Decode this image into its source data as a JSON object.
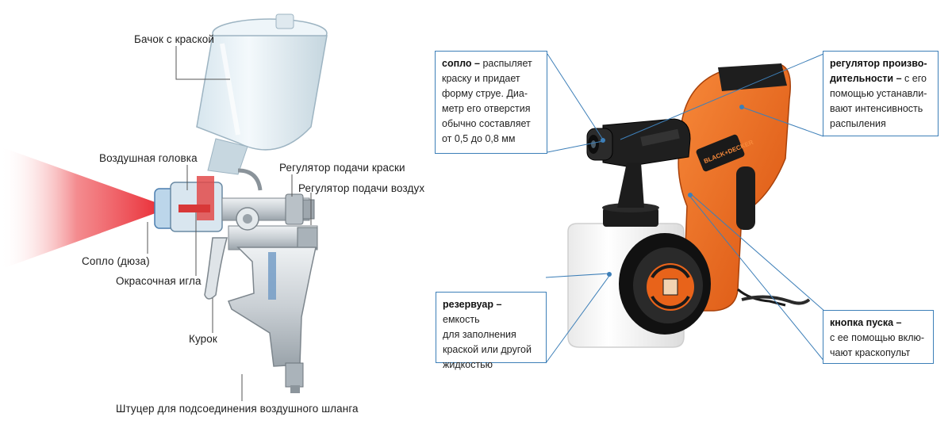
{
  "left_diagram": {
    "labels": {
      "paint_cup": "Бачок с краской",
      "air_cap": "Воздушная головка",
      "paint_regulator": "Регулятор подачи краски",
      "air_regulator": "Регулятор подачи воздух",
      "nozzle": "Сопло (дюза)",
      "needle": "Окрасочная игла",
      "trigger": "Курок",
      "hose_fitting": "Штуцер для подсоединения воздушного шланга"
    },
    "colors": {
      "spray": "#e8202a",
      "line": "#555555"
    }
  },
  "right_diagram": {
    "callouts": {
      "nozzle": {
        "title": "сопло –",
        "lines": [
          "распыляет",
          "краску и придает",
          "форму струе. Диа-",
          "метр его отверстия",
          "обычно составляет",
          "от 0,5 до 0,8 мм"
        ]
      },
      "regulator": {
        "title_lines": [
          "регулятор произво-",
          "дительности –"
        ],
        "tail": "с его",
        "lines": [
          "помощью устанавли-",
          "вают интенсивность",
          "распыления"
        ]
      },
      "reservoir": {
        "title": "резервуар –",
        "tail": "емкость",
        "lines": [
          "для заполнения",
          "краской или другой",
          "жидкостью"
        ]
      },
      "button": {
        "title": "кнопка пуска –",
        "lines": [
          "с ее помощью вклю-",
          "чают краскопульт"
        ]
      }
    },
    "brand": "BLACK+DECKER",
    "colors": {
      "body": "#ec6a1e",
      "black": "#1a1a1a",
      "tank": "#f4f4f4",
      "callout_line": "#3d7fb8"
    }
  }
}
